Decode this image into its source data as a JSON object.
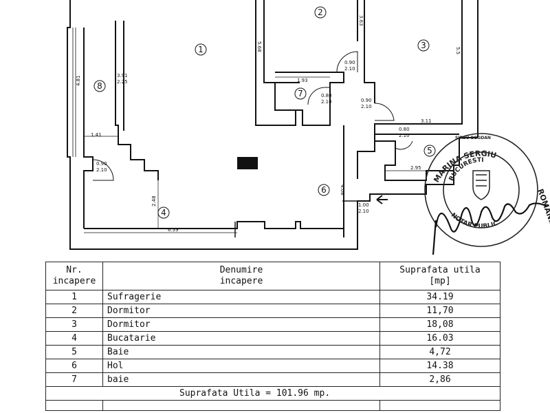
{
  "plan": {
    "room_markers": [
      "1",
      "2",
      "3",
      "4",
      "5",
      "6",
      "7",
      "8"
    ],
    "dimensions": {
      "d_5_68": "5.68",
      "d_3_63": "3.63",
      "d_5_5": "5.5",
      "d_3_91": "3.91",
      "d_2_25": "2.25",
      "d_4_81": "4.81",
      "d_1_93": "1.93",
      "d_0_90a": "0.90",
      "d_2_10a": "2.10",
      "d_0_80a": "0.80",
      "d_2_10b": "2.10",
      "d_0_90b": "0.90",
      "d_2_10c": "2.10",
      "d_3_11": "3.11",
      "d_0_80b": "0.80",
      "d_2_10d": "2.10",
      "d_1_41": "1.41",
      "d_0_90c": "0.90",
      "d_2_10e": "2.10",
      "d_2_95": "2.95",
      "d_4_08": "4.08",
      "d_2_48": "2.48",
      "d_1_00": "1.00",
      "d_2_10f": "2.10",
      "d_6_39": "6.39"
    }
  },
  "stamp": {
    "text_top": "MARINA SERGIU",
    "text_right": "ROMÂNIA",
    "text_mid": "BUCURESTI",
    "text_bottom": "NOTAR PUBLIC",
    "small_text": "SIRBU BOGDAN"
  },
  "table": {
    "header": {
      "col1": [
        "Nr.",
        "incapere"
      ],
      "col2": [
        "Denumire",
        "incapere"
      ],
      "col3": [
        "Suprafata utila",
        "[mp]"
      ]
    },
    "rows": [
      {
        "nr": "1",
        "name": "Sufragerie",
        "area": "34.19"
      },
      {
        "nr": "2",
        "name": "Dormitor",
        "area": "11,70"
      },
      {
        "nr": "3",
        "name": "Dormitor",
        "area": "18,08"
      },
      {
        "nr": "4",
        "name": "Bucatarie",
        "area": "16.03"
      },
      {
        "nr": "5",
        "name": "Baie",
        "area": "4,72"
      },
      {
        "nr": "6",
        "name": "Hol",
        "area": "14.38"
      },
      {
        "nr": "7",
        "name": "baie",
        "area": "2,86"
      }
    ],
    "total": "Suprafata Utila = 101.96 mp."
  }
}
